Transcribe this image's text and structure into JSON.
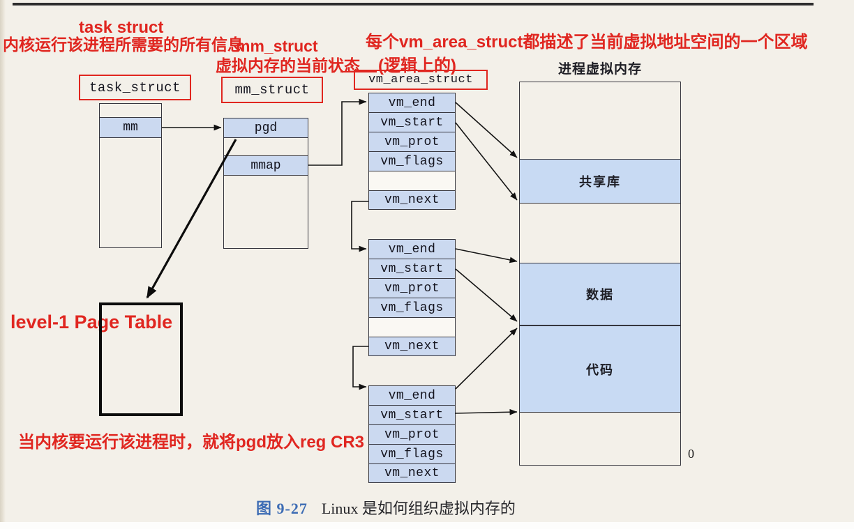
{
  "annotations": {
    "task_struct_note": "task struct",
    "kernel_info_note": "内核运行该进程所需要的所有信息",
    "mm_struct_note": "mm_struct",
    "mm_state_note": "虚拟内存的当前状态",
    "vm_area_note": "每个vm_area_struct都描述了当前虚拟地址空间的一个区域",
    "logical_note": "(逻辑上的)",
    "page_table_note": "level-1 Page Table",
    "cr3_note": "当内核要运行该进程时，就将pgd放入reg CR3"
  },
  "labels": {
    "task_struct": "task_struct",
    "mm_struct": "mm_struct",
    "vm_area_struct": "vm_area_struct"
  },
  "task_struct": {
    "fields": [
      "mm"
    ]
  },
  "mm_struct": {
    "fields": [
      "pgd",
      "mmap"
    ]
  },
  "vm_boxes": [
    {
      "fields": [
        "vm_end",
        "vm_start",
        "vm_prot",
        "vm_flags",
        "",
        "vm_next"
      ]
    },
    {
      "fields": [
        "vm_end",
        "vm_start",
        "vm_prot",
        "vm_flags",
        "",
        "vm_next"
      ]
    },
    {
      "fields": [
        "vm_end",
        "vm_start",
        "vm_prot",
        "vm_flags",
        "vm_next"
      ]
    }
  ],
  "memory": {
    "title": "进程虚拟内存",
    "regions": [
      "共享库",
      "数据",
      "代码"
    ],
    "zero_label": "0"
  },
  "caption": {
    "figure_number": "图 9-27",
    "text": "Linux 是如何组织虚拟内存的"
  },
  "colors": {
    "annotation_red": "#e02620",
    "cell_blue": "#cbd9f0",
    "region_blue": "#c8daf3",
    "caption_blue": "#3d6cb4",
    "page_background": "#f3f0e9"
  }
}
